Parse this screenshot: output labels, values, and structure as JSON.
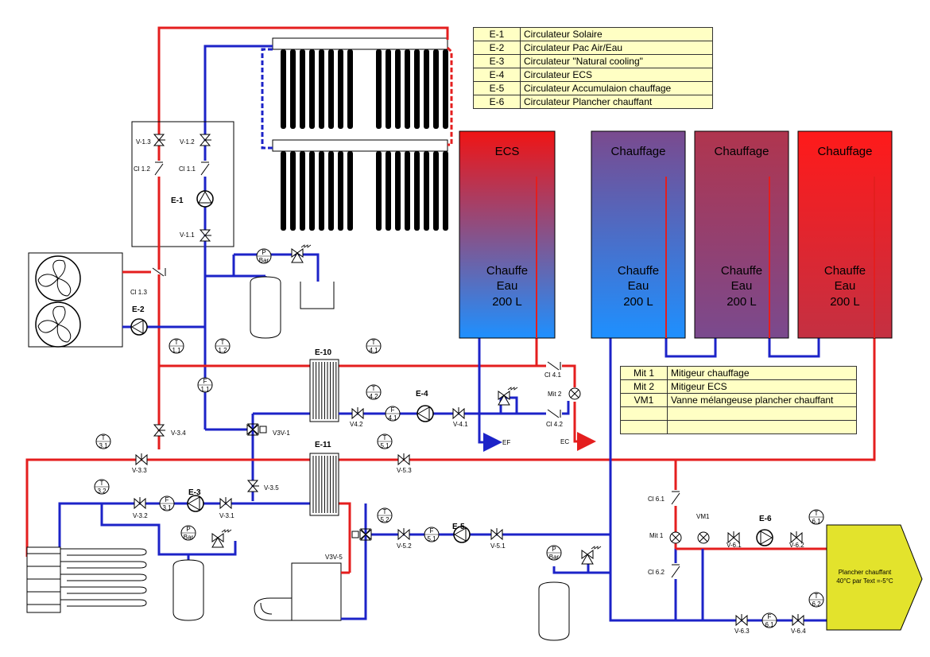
{
  "legend_circulateurs": [
    {
      "code": "E-1",
      "desc": "Circulateur Solaire"
    },
    {
      "code": "E-2",
      "desc": "Circulateur Pac Air/Eau"
    },
    {
      "code": "E-3",
      "desc": "Circulateur \"Natural cooling\""
    },
    {
      "code": "E-4",
      "desc": "Circulateur ECS"
    },
    {
      "code": "E-5",
      "desc": "Circulateur Accumulaion chauffage"
    },
    {
      "code": "E-6",
      "desc": "Circulateur Plancher chauffant"
    }
  ],
  "legend_mitigeurs": [
    {
      "code": "Mit 1",
      "desc": "Mitigeur chauffage"
    },
    {
      "code": "Mit 2",
      "desc": "Mitigeur ECS"
    },
    {
      "code": "VM1",
      "desc": "Vanne mélangeuse plancher chauffant"
    },
    {
      "code": "",
      "desc": ""
    },
    {
      "code": "",
      "desc": ""
    }
  ],
  "tanks": [
    {
      "title": "ECS",
      "line1": "Chauffe",
      "line2": "Eau",
      "line3": "200 L"
    },
    {
      "title": "Chauffage",
      "line1": "Chauffe",
      "line2": "Eau",
      "line3": "200 L"
    },
    {
      "title": "Chauffage",
      "line1": "Chauffe",
      "line2": "Eau",
      "line3": "200 L"
    },
    {
      "title": "Chauffage",
      "line1": "Chauffe",
      "line2": "Eau",
      "line3": "200 L"
    }
  ],
  "plancher": {
    "line1": "Plancher chauffant",
    "line2": "40°C par Text =-5°C"
  },
  "labels": {
    "E1": "E-1",
    "E2": "E-2",
    "E3": "E-3",
    "E4": "E-4",
    "E5": "E-5",
    "E6": "E-6",
    "E10": "E-10",
    "E11": "E-11",
    "V13": "V-1.3",
    "V12": "V-1.2",
    "Cl12": "Cl 1.2",
    "Cl11": "Cl 1.1",
    "V11": "V-1.1",
    "Cl13": "Cl 1.3",
    "V34": "V-3.4",
    "V33": "V-3.3",
    "V32": "V-3.2",
    "V31": "V-3.1",
    "V35": "V-3.5",
    "V3V1": "V3V-1",
    "V3V5": "V3V-5",
    "V42": "V4.2",
    "V41": "V-4.1",
    "Cl41": "Cl 4.1",
    "Cl42": "Cl 4.2",
    "Mit2": "Mit 2",
    "V53": "V-5.3",
    "V52": "V-5.2",
    "V51": "V-5.1",
    "Cl61": "Cl 6.1",
    "Cl62": "Cl 6.2",
    "Mit1": "Mit 1",
    "VM1": "VM1",
    "V61": "V-6.1",
    "V62": "V-6.2",
    "V63": "V-6.3",
    "V64": "V-6.4",
    "EF": "EF",
    "EC": "EC",
    "T": "T",
    "P": "P",
    "Bar": "Bar",
    "F": "F",
    "n11": "1.1",
    "n12": "1.2",
    "n31": "3.1",
    "n32": "3.2",
    "n41": "4.1",
    "n42": "4.2",
    "n51": "5.1",
    "n52": "5.2",
    "n61": "6.1",
    "n62": "6.2"
  },
  "colors": {
    "supply": "#e41e1e",
    "return": "#1c23c8",
    "legend_bg": "#ffffc4",
    "plancher_bg": "#e3e32c",
    "ecs_top": "#f01414",
    "ecs_bottom": "#1e90ff"
  }
}
